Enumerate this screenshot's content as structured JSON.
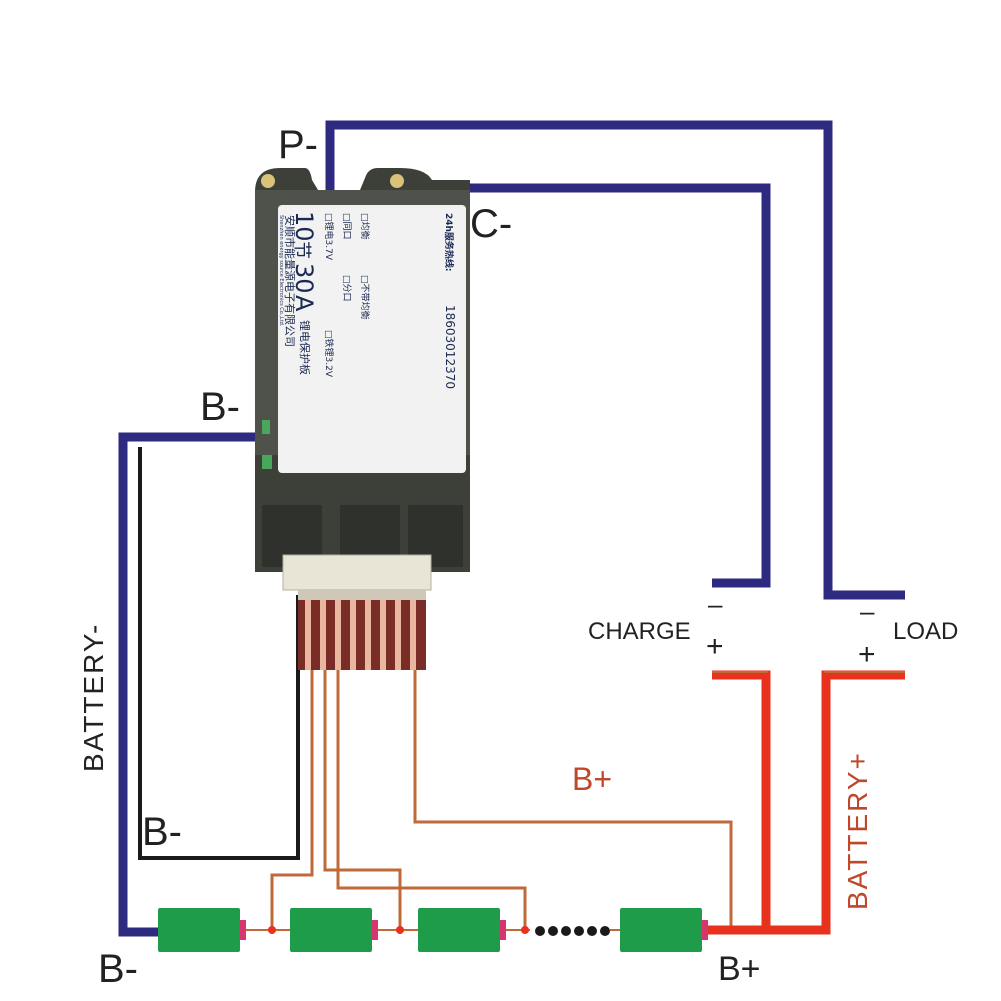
{
  "terminals": {
    "p_minus": "P-",
    "c_minus": "C-",
    "b_minus_top": "B-",
    "b_minus_mid": "B-",
    "b_minus_bottom": "B-",
    "b_plus_mid": "B+",
    "b_plus_bottom": "B+"
  },
  "sides": {
    "battery_minus": "BATTERY-",
    "battery_plus": "BATTERY+"
  },
  "ports": {
    "charge": "CHARGE",
    "load": "LOAD",
    "minus": "–",
    "plus": "+"
  },
  "board_label": {
    "series": "10",
    "series_unit": "节",
    "current": "30",
    "current_unit": "A",
    "type": "锂电保护板",
    "phone": "18603012370",
    "hotline": "24h服务热线:",
    "company_cn": "安顺市能量源电子有限公司",
    "company_en": "Shenzhen energy source Electronics Co.,Ltd.",
    "opt_1": "□锂电3.7V",
    "opt_2": "□铁锂3.2V",
    "opt_3": "□同口",
    "opt_4": "□分口",
    "opt_5": "□均衡",
    "opt_6": "□不带均衡"
  },
  "colors": {
    "navy": "#2e2a80",
    "red": "#e8321e",
    "copper": "#c06a3a",
    "black": "#1a1a1a",
    "cell": "#1e9c4a",
    "cell_cap": "#d8356f"
  }
}
